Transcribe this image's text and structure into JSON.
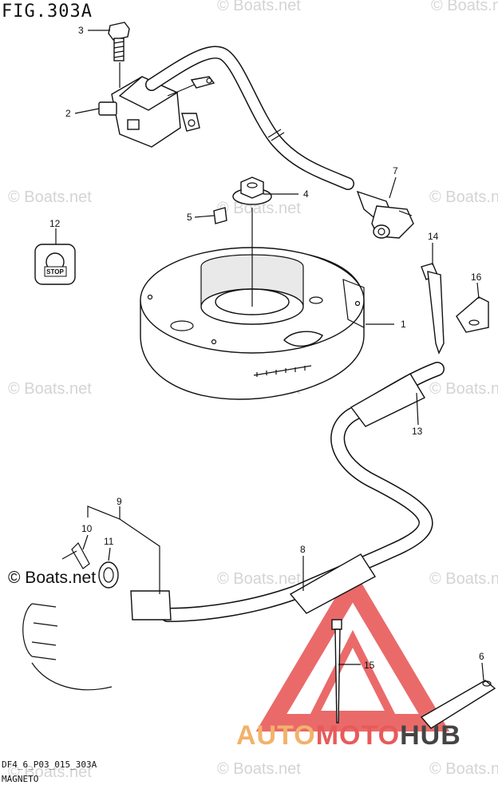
{
  "figure": {
    "title": "FIG.303A",
    "code": "DF4_6_P03_015_303A",
    "caption": "MAGNETO"
  },
  "watermark": {
    "text": "© Boats.net"
  },
  "logo": {
    "part1": "AUTO",
    "part2": "MOTO",
    "part3": "HUB",
    "colors": {
      "auto": "#f2b26a",
      "moto": "#e85a5a",
      "hub": "#444444",
      "triangle": "#e85a5a"
    }
  },
  "stop_label": "STOP",
  "callouts": [
    "1",
    "2",
    "3",
    "4",
    "5",
    "6",
    "7",
    "8",
    "9",
    "10",
    "11",
    "12",
    "13",
    "14",
    "15",
    "16"
  ]
}
